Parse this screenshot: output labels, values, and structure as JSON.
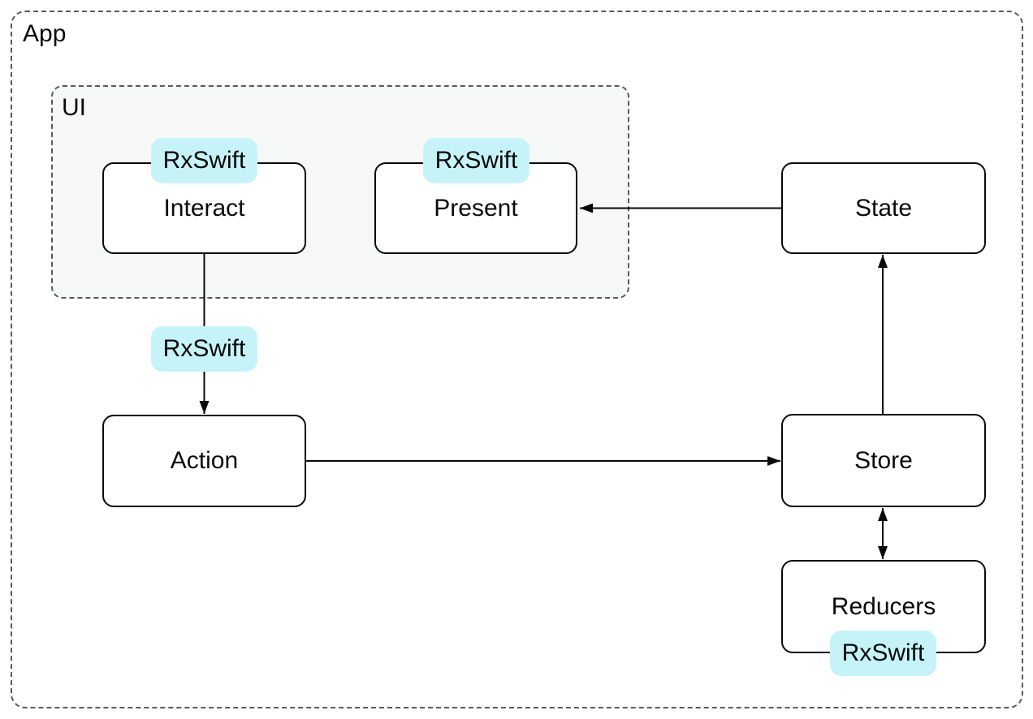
{
  "containers": {
    "app": {
      "label": "App"
    },
    "ui": {
      "label": "UI"
    }
  },
  "nodes": {
    "interact": {
      "label": "Interact",
      "badge": "RxSwift"
    },
    "present": {
      "label": "Present",
      "badge": "RxSwift"
    },
    "state": {
      "label": "State"
    },
    "action": {
      "label": "Action"
    },
    "store": {
      "label": "Store"
    },
    "reducers": {
      "label": "Reducers",
      "badge": "RxSwift"
    }
  },
  "flow_badge": {
    "label": "RxSwift"
  },
  "edges": [
    {
      "from": "State",
      "to": "Present",
      "arrow": "single",
      "direction": "left"
    },
    {
      "from": "Interact",
      "to": "Action",
      "arrow": "single",
      "direction": "down",
      "via_badge": "RxSwift"
    },
    {
      "from": "Action",
      "to": "Store",
      "arrow": "single",
      "direction": "right"
    },
    {
      "from": "Store",
      "to": "State",
      "arrow": "single",
      "direction": "up"
    },
    {
      "from": "Store",
      "to": "Reducers",
      "arrow": "double",
      "direction": "vertical"
    }
  ],
  "colors": {
    "badge_bg": "#c6f3f8",
    "node_border": "#0a0a0a",
    "frame_border": "#595959",
    "ui_bg": "#f6f7f7",
    "canvas_bg": "#ffffff"
  }
}
